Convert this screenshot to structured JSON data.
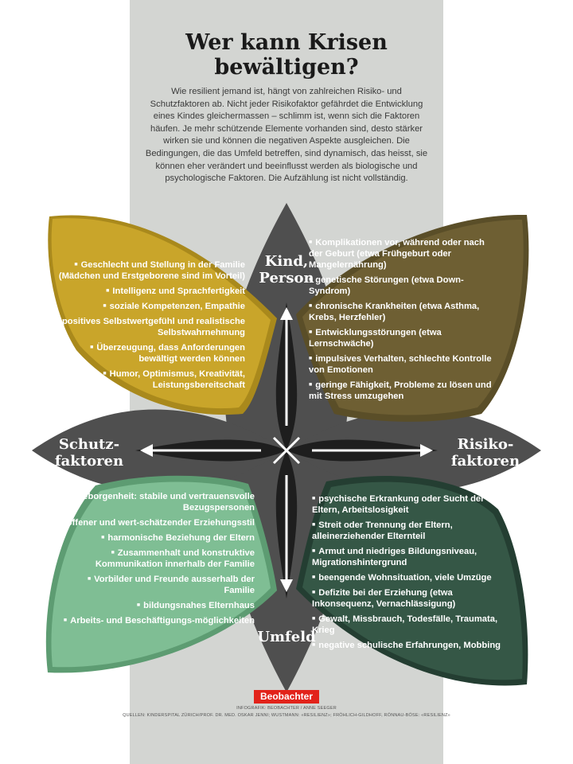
{
  "title": "Wer kann Krisen bewältigen?",
  "intro": "Wie resilient jemand ist, hängt von zahlreichen Risiko- und Schutzfaktoren ab. Nicht jeder Risikofaktor gefährdet die Entwicklung eines Kindes gleichermassen – schlimm ist, wenn sich die Faktoren häufen. Je mehr schützende Elemente vorhanden sind, desto stärker wirken sie und können die negativen Aspekte ausgleichen. Die Bedingungen, die das Umfeld betreffen, sind dynamisch, das heisst, sie können eher verändert und beeinflusst werden als biologische und psychologische Faktoren. Die Aufzählung ist nicht vollständig.",
  "labels": {
    "top": "Kind, Person",
    "bottom": "Umfeld",
    "left": "Schutz-faktoren",
    "right": "Risiko-faktoren"
  },
  "colors": {
    "yellow": "#c9a52a",
    "brown": "#6e5f33",
    "green": "#7fbe94",
    "darkgreen": "#355746",
    "grey": "#4f4f4f"
  },
  "lists": {
    "schutz_person": [
      "Geschlecht und Stellung in der Familie (Mädchen und Erstgeborene sind im Vorteil)",
      "Intelligenz und Sprachfertigkeit",
      "soziale Kompetenzen, Empathie",
      "positives Selbstwertgefühl und realistische Selbstwahrnehmung",
      "Überzeugung, dass Anforderungen bewältigt werden können",
      "Humor, Optimismus, Kreativität, Leistungsbereitschaft"
    ],
    "risiko_person": [
      "Komplikationen vor, während oder nach der Geburt (etwa Frühgeburt oder Mangelernährung)",
      "genetische Störungen (etwa Down-Syndrom)",
      "chronische Krankheiten (etwa Asthma, Krebs, Herzfehler)",
      "Entwicklungsstörungen (etwa Lernschwäche)",
      "impulsives Verhalten, schlechte Kontrolle von Emotionen",
      "geringe Fähigkeit, Probleme zu lösen und mit Stress umzugehen"
    ],
    "schutz_umfeld": [
      "Geborgenheit: stabile und vertrauensvolle Bezugspersonen",
      "offener und wert-schätzender Erziehungsstil",
      "harmonische Beziehung der Eltern",
      "Zusammenhalt und konstruktive Kommunikation innerhalb der Familie",
      "Vorbilder und Freunde ausserhalb der Familie",
      "bildungsnahes Elternhaus",
      "Arbeits- und Beschäftigungs-möglichkeiten"
    ],
    "risiko_umfeld": [
      "psychische Erkrankung oder Sucht der Eltern, Arbeitslosigkeit",
      "Streit oder Trennung der Eltern, alleinerziehender Elternteil",
      "Armut und niedriges Bildungsniveau, Migrationshintergrund",
      "beengende Wohnsituation, viele Umzüge",
      "Defizite bei der Erziehung (etwa Inkonsequenz, Vernachlässigung)",
      "Gewalt, Missbrauch, Todesfälle, Traumata, Krieg",
      "negative schulische Erfahrungen, Mobbing"
    ]
  },
  "brand": "Beobachter",
  "credit": "INFOGRAFIK: BEOBACHTER / ANNE SEEGER",
  "sources": "QUELLEN: KINDERSPITAL ZÜRICH/PROF. DR. MED. OSKAR JENNI; WUSTMANN: «RESILIENZ»; FRÖHLICH-GILDHOFF, RÖNNAU-BÖSE: «RESILIENZ»"
}
